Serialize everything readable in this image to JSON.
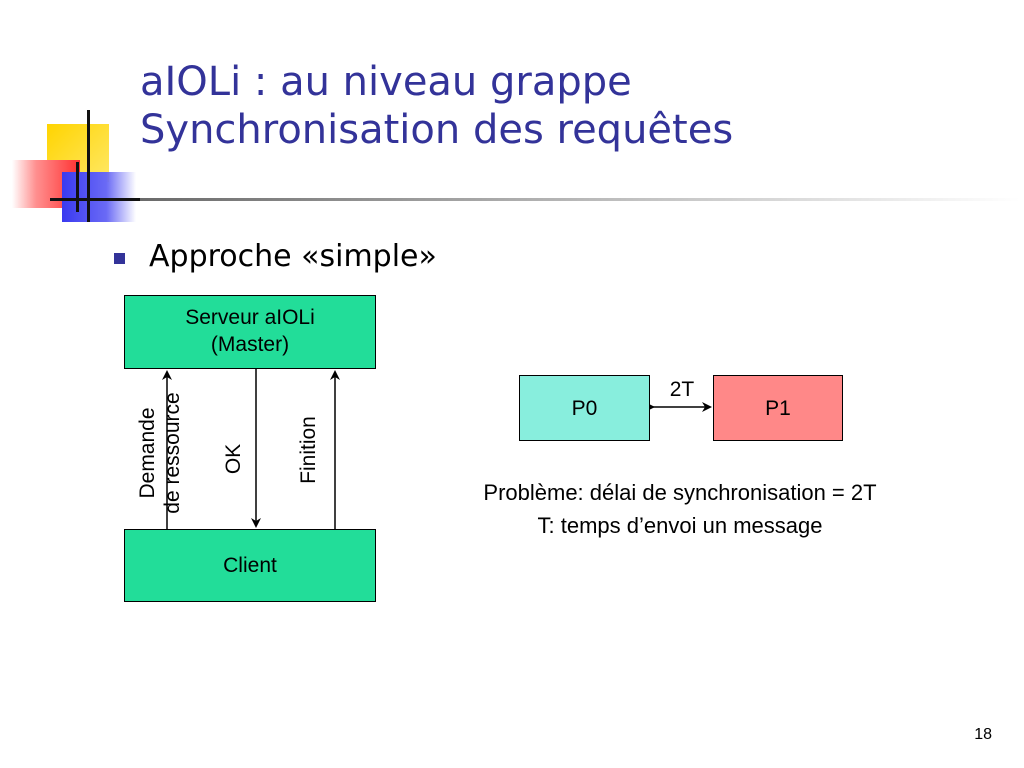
{
  "slide": {
    "title_line1": "aIOLi : au niveau grappe",
    "title_line2": "Synchronisation des requêtes",
    "bullet": "Approche «simple»",
    "page_number": "18",
    "colors": {
      "title": "#333399",
      "box_green": "#22dd99",
      "box_p0": "#88eedd",
      "box_p1": "#ff8888"
    }
  },
  "diagram": {
    "master_box": "Serveur aIOLi\n(Master)",
    "client_box": "Client",
    "arrow_request": "Demande\nde ressource",
    "arrow_ok": "OK",
    "arrow_finish": "Finition",
    "p0_box": "P0",
    "p1_box": "P1",
    "link_label": "2T",
    "problem_line1": "Problème: délai de synchronisation = 2T",
    "problem_line2": "T: temps d’envoi un message"
  }
}
